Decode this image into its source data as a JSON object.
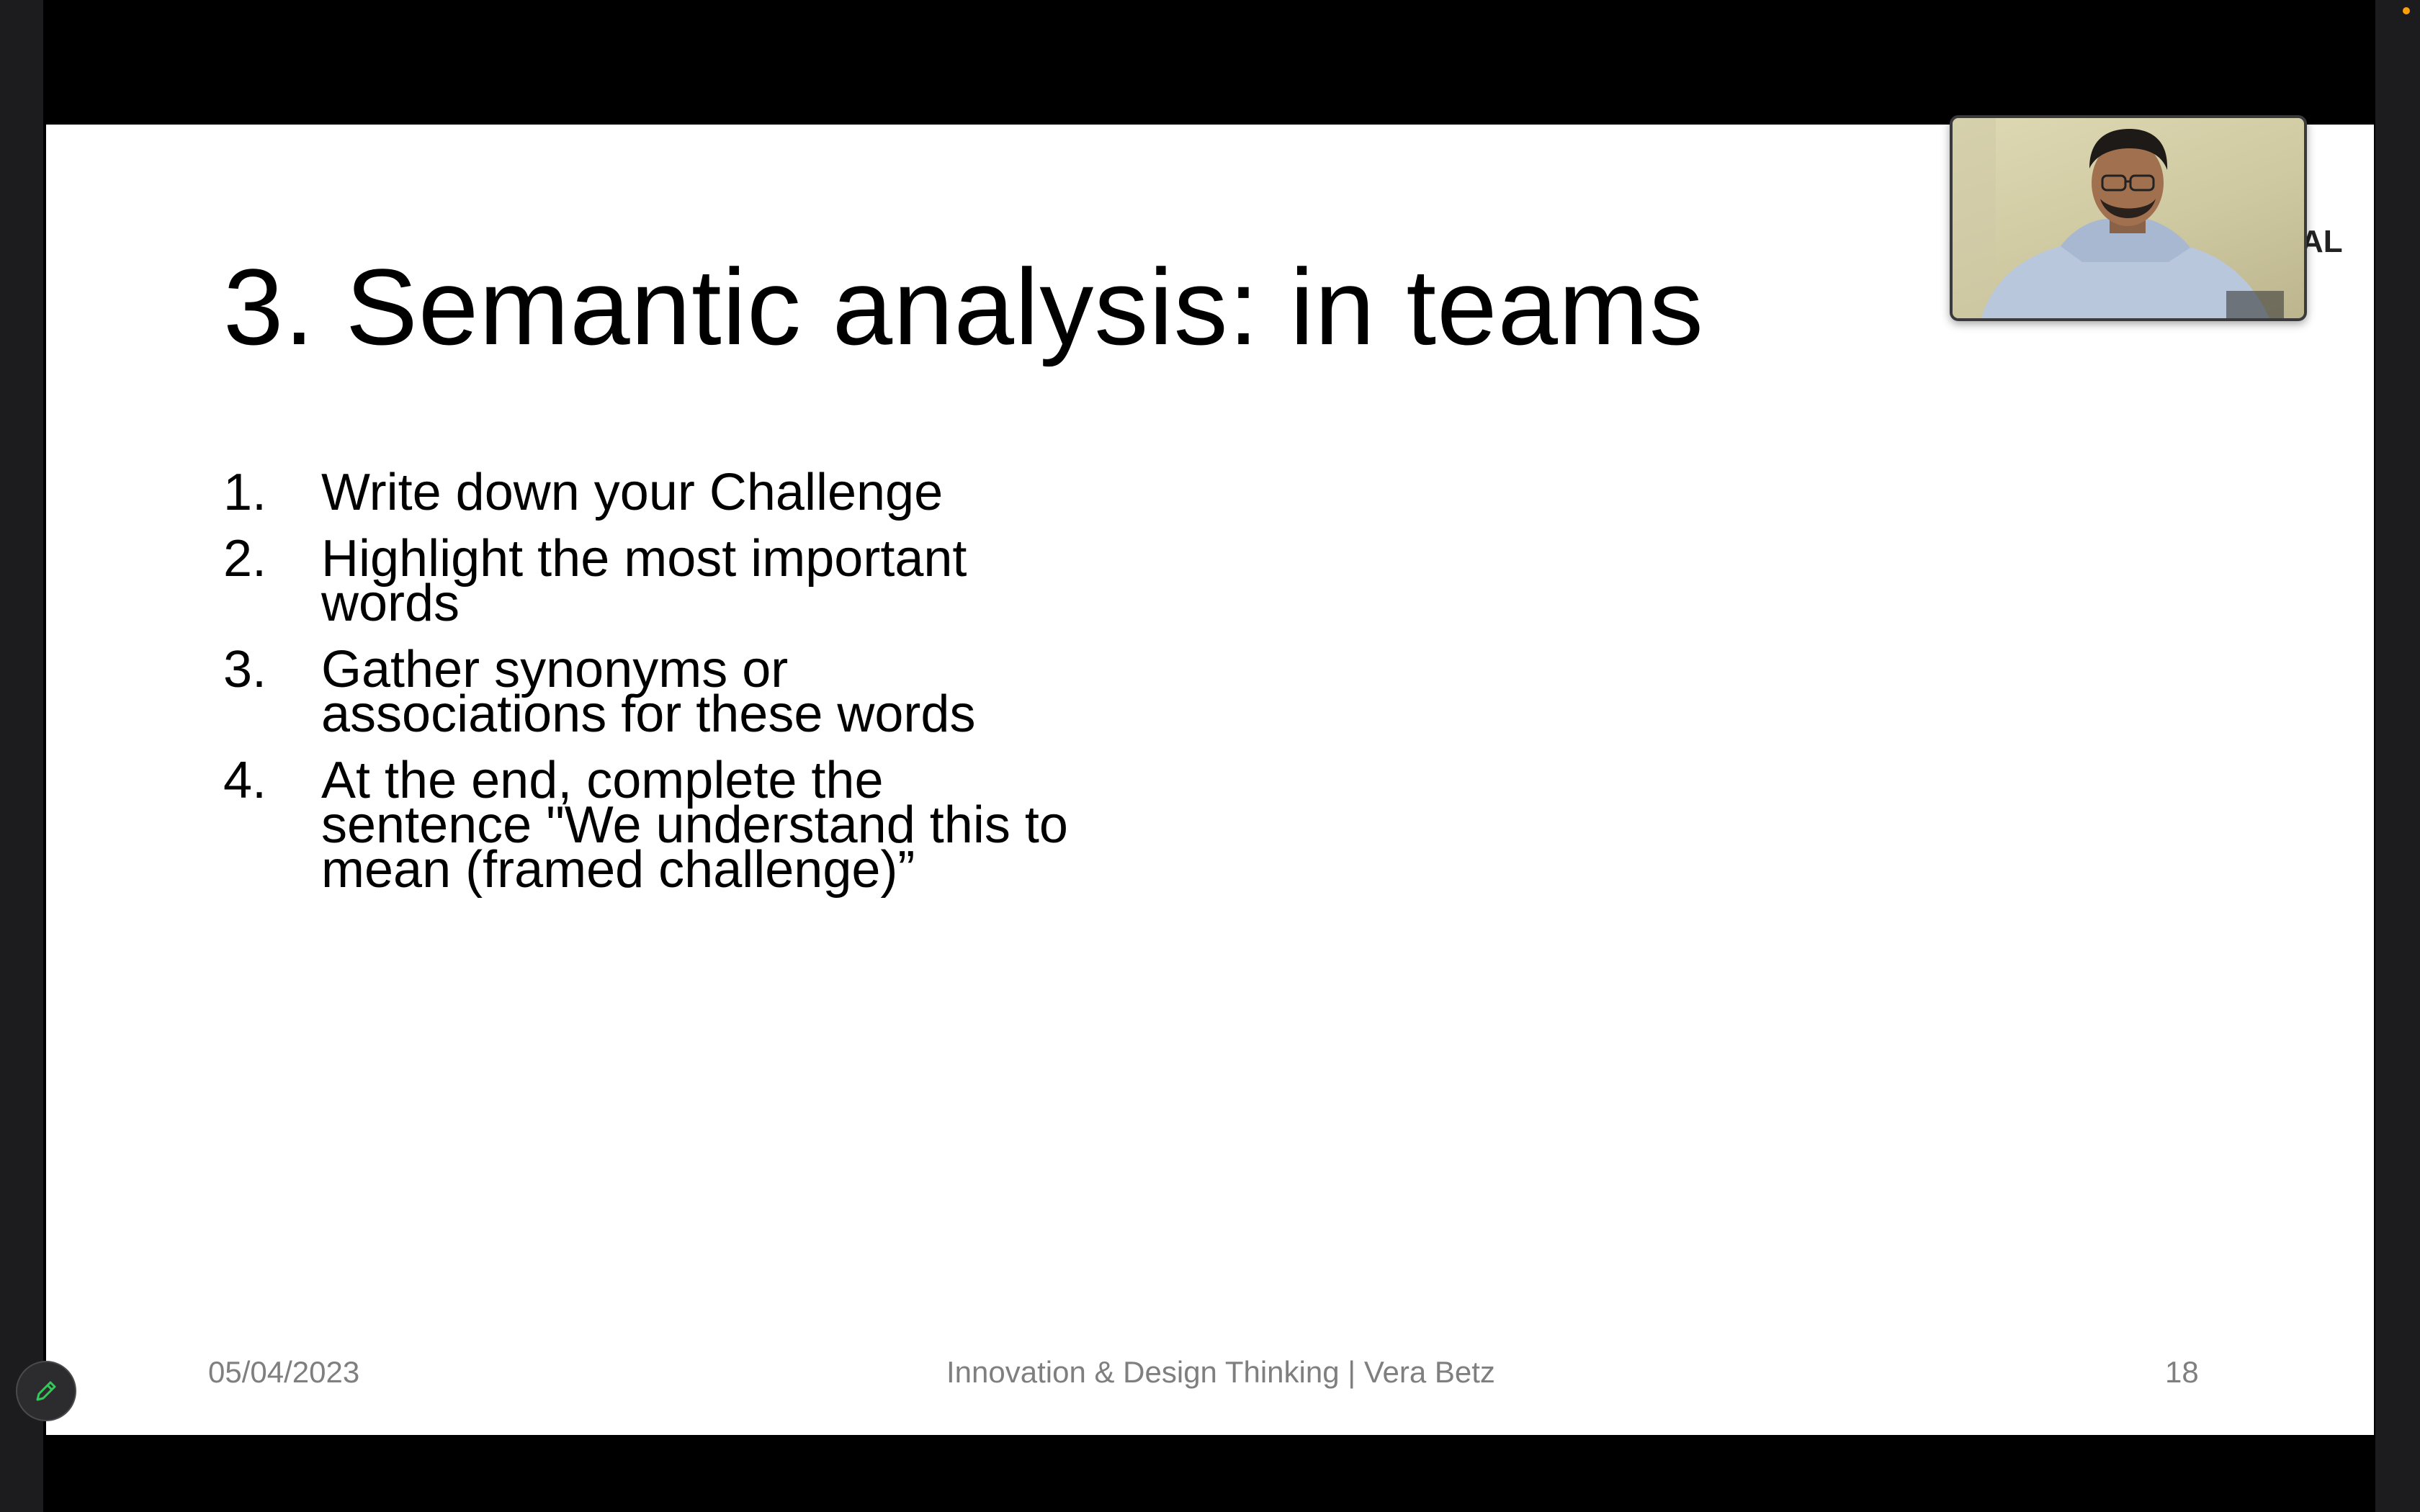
{
  "slide": {
    "title": "3. Semantic analysis: in teams",
    "steps": [
      {
        "number": "1.",
        "text": "Write down your Challenge"
      },
      {
        "number": "2.",
        "text": "Highlight the most important words"
      },
      {
        "number": "3.",
        "text": "Gather synonyms or associations for these words"
      },
      {
        "number": "4.",
        "text": "At the end, complete the sentence \"We understand this to mean (framed challenge)”"
      }
    ],
    "logo_fragment": "AL",
    "footer": {
      "date": "05/04/2023",
      "center": "Innovation & Design Thinking | Vera Betz",
      "page_number": "18"
    }
  },
  "video": {
    "icon": "participant-video"
  },
  "toolbar": {
    "annotate_icon": "pencil-icon"
  },
  "colors": {
    "background": "#000000",
    "slide": "#ffffff",
    "footer_text": "#7f7f7f",
    "indicator": "#ff9f0a",
    "annotate_icon": "#34c759"
  }
}
